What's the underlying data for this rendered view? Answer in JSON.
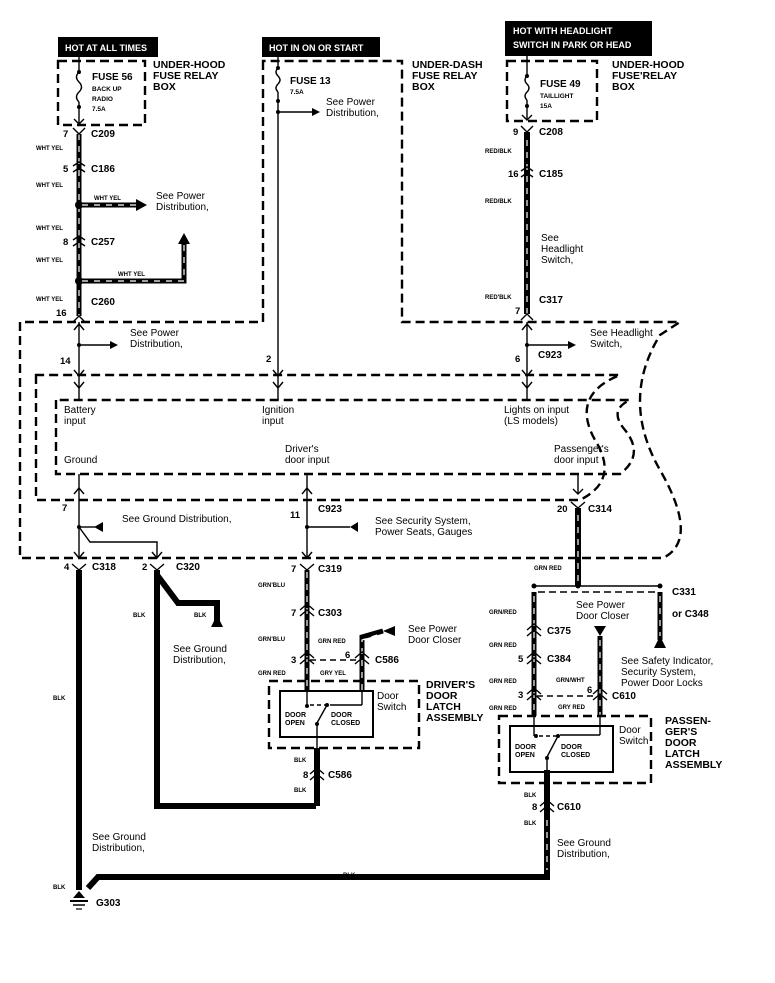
{
  "title": "Interior Light Control / Door Switch Wiring Diagram",
  "power_headers": [
    {
      "id": "hot-always",
      "text": "HOT AT ALL TIMES"
    },
    {
      "id": "hot-on-start",
      "text": "HOT IN ON OR START"
    },
    {
      "id": "hot-headlight",
      "lines": [
        "HOT WITH HEADLIGHT",
        "SWITCH IN PARK OR HEAD"
      ]
    }
  ],
  "fuse_boxes": [
    {
      "id": "underhood-1",
      "lines": [
        "UNDER-HOOD",
        "FUSE RELAY",
        "BOX"
      ],
      "fuse": "FUSE 56",
      "desc": [
        "BACK UP",
        "RADIO"
      ],
      "rating": "7.5A"
    },
    {
      "id": "underdash",
      "lines": [
        "UNDER-DASH",
        "FUSE RELAY",
        "BOX"
      ],
      "fuse": "FUSE 13",
      "desc": [],
      "rating": "7.5A"
    },
    {
      "id": "underhood-2",
      "lines": [
        "UNDER-HOOD",
        "FUSE'RELAY",
        "BOX"
      ],
      "fuse": "FUSE 49",
      "desc": [
        "TAILLIGHT"
      ],
      "rating": "15A"
    }
  ],
  "connectors": [
    {
      "name": "C209",
      "pin": "7"
    },
    {
      "name": "C186",
      "pin": "5"
    },
    {
      "name": "C257",
      "pin": "8"
    },
    {
      "name": "C260",
      "pin": "16"
    },
    {
      "name": "C208",
      "pin": "9"
    },
    {
      "name": "C185",
      "pin": "16"
    },
    {
      "name": "C317",
      "pin": "7"
    },
    {
      "name": "C923",
      "pin": "6"
    },
    {
      "name": "C923",
      "pin": "11"
    },
    {
      "name": "C314",
      "pin": "20"
    },
    {
      "name": "C318",
      "pin": "4"
    },
    {
      "name": "C320",
      "pin": "2"
    },
    {
      "name": "C319",
      "pin": "7"
    },
    {
      "name": "C303",
      "pin": "7"
    },
    {
      "name": "C586",
      "pin": "6"
    },
    {
      "name": "C586",
      "pin": "8"
    },
    {
      "name": "C331",
      "pin": ""
    },
    {
      "name": "C348",
      "pin": ""
    },
    {
      "name": "C375",
      "pin": ""
    },
    {
      "name": "C384",
      "pin": "5"
    },
    {
      "name": "C610",
      "pin": "6"
    },
    {
      "name": "C610",
      "pin": "8"
    }
  ],
  "pins": {
    "p14": "14",
    "p2": "2",
    "p3a": "3",
    "p3b": "3",
    "p7g": "7"
  },
  "wire_colors": {
    "wht_yel": "WHT YEL",
    "red_blk": "RED/BLK",
    "red_blk2": "RED'BLK",
    "grn_blu": "GRN'BLU",
    "grn_red": "GRN RED",
    "grn_red2": "GRN/RED",
    "gry_yel": "GRY YEL",
    "gry_red": "GRY RED",
    "grn_wht": "GRN/WHT",
    "blk": "BLK"
  },
  "notes": {
    "see_power_dist": [
      "See Power",
      "Distribution,"
    ],
    "see_headlight_switch_v": [
      "See",
      "Headlight",
      "Switch,"
    ],
    "see_headlight_switch": [
      "See Headlight",
      "Switch,"
    ],
    "see_ground_dist_inline": "See Ground Distribution,",
    "see_security": [
      "See Security System,",
      "Power Seats, Gauges"
    ],
    "see_ground_dist": [
      "See Ground",
      "Distribution,"
    ],
    "see_power_door_closer": [
      "See Power",
      "Door Closer"
    ],
    "see_safety": [
      "See Safety Indicator,",
      "Security System,",
      "Power Door Locks"
    ],
    "or_c348": "or C348"
  },
  "control_unit_inputs": {
    "battery": [
      "Battery",
      "input"
    ],
    "ignition": [
      "Ignition",
      "input"
    ],
    "lights": [
      "Lights on input",
      "(LS models)"
    ],
    "ground": "Ground",
    "driver_door": [
      "Driver's",
      "door input"
    ],
    "passenger_door": [
      "Passenger's",
      "door input"
    ]
  },
  "latch_assemblies": {
    "driver": {
      "title": [
        "DRIVER'S",
        "DOOR",
        "LATCH",
        "ASSEMBLY"
      ],
      "switch": [
        "Door",
        "Switch"
      ],
      "open": [
        "DOOR",
        "OPEN"
      ],
      "closed": [
        "DOOR",
        "CLOSED"
      ]
    },
    "passenger": {
      "title": [
        "PASSEN-",
        "GER'S",
        "DOOR",
        "LATCH",
        "ASSEMBLY"
      ],
      "switch": [
        "Door",
        "Switch"
      ],
      "open": [
        "DOOR",
        "OPEN"
      ],
      "closed": [
        "DOOR",
        "CLOSED"
      ]
    }
  },
  "ground_point": "G303"
}
